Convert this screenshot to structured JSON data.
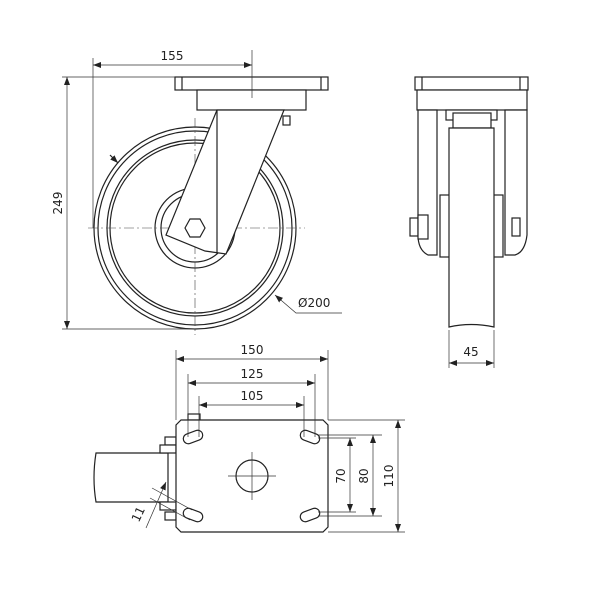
{
  "views": {
    "front": {
      "dim_offset": "155",
      "dim_height": "249",
      "dim_wheel_diameter": "Ø200"
    },
    "side": {
      "dim_wheel_width": "45"
    },
    "top_plate": {
      "dim_plate_length": "150",
      "dim_hole_spacing_outer": "125",
      "dim_hole_spacing_inner": "105",
      "dim_hole_spacing_short_inner": "70",
      "dim_hole_spacing_short_outer": "80",
      "dim_plate_width": "110",
      "dim_slot_width": "11"
    }
  },
  "line_color": "#222222"
}
